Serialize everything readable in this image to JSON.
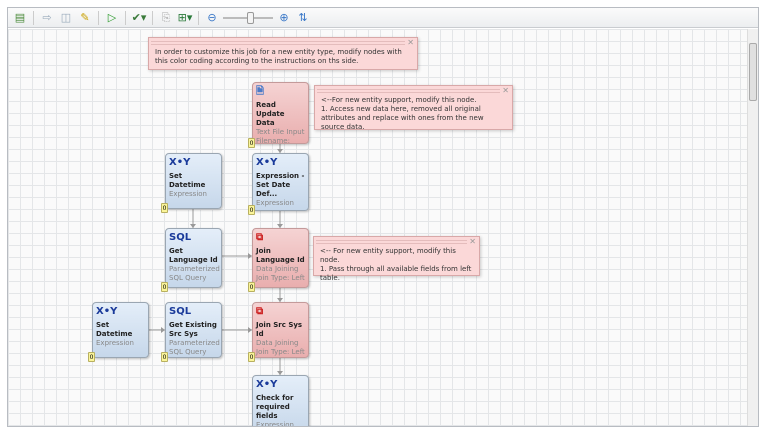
{
  "toolbar": {
    "items": [
      {
        "icon": "properties-icon",
        "glyph": "▤",
        "color": "#4a8a3a"
      },
      {
        "icon": "run-step-icon",
        "glyph": "⇨",
        "color": "#9ab"
      },
      {
        "icon": "preview-icon",
        "glyph": "◫",
        "color": "#9ab"
      },
      {
        "icon": "notes-icon",
        "glyph": "✎",
        "color": "#c9a000"
      },
      {
        "icon": "run-icon",
        "glyph": "▷",
        "color": "#2a9a2a"
      },
      {
        "icon": "validate-icon",
        "glyph": "✔▾",
        "color": "#3a7a3a"
      },
      {
        "icon": "copy-icon",
        "glyph": "⎘",
        "color": "#aaa"
      },
      {
        "icon": "layout-icon",
        "glyph": "⊞▾",
        "color": "#2a7a3a"
      },
      {
        "icon": "zoom-out-icon",
        "glyph": "⊖",
        "color": "#3a78c8"
      }
    ],
    "zoom_in_icon": "⊕",
    "fit-icon": "⇅"
  },
  "notes": [
    {
      "text": "In order to customize this job for a new entity type, modify nodes with this color coding according to the instructions on ths side."
    },
    {
      "text": "<--For new entity support, modify this node.\n1. Access new data here, removed all original attributes and replace with ones from the new source data."
    },
    {
      "text": "<-- For new entity support, modify this node.\n1. Pass through all available fields from left table."
    }
  ],
  "nodes": [
    {
      "title": "Read Update Data",
      "sub": "Text File Input",
      "sub2": "Filename:",
      "color": "pink",
      "icon": "file-icon",
      "badge": "0"
    },
    {
      "title": "Set Datetime",
      "sub": "Expression",
      "sub2": "",
      "color": "blue",
      "icon": "expression-icon",
      "badge": "0"
    },
    {
      "title": "Expression - Set Date Def...",
      "sub": "Expression",
      "sub2": "",
      "color": "blue",
      "icon": "expression-icon",
      "badge": "0"
    },
    {
      "title": "Get Language Id",
      "sub": "Parameterized SQL Query",
      "sub2": "",
      "color": "blue",
      "icon": "sql-icon",
      "badge": "0"
    },
    {
      "title": "Join Language Id",
      "sub": "Data Joining",
      "sub2": "Join Type: Left",
      "color": "pink",
      "icon": "join-icon",
      "badge": "0"
    },
    {
      "title": "Set Datetime",
      "sub": "Expression",
      "sub2": "",
      "color": "blue",
      "icon": "expression-icon",
      "badge": "0"
    },
    {
      "title": "Get Existing Src Sys",
      "sub": "Parameterized SQL Query",
      "sub2": "",
      "color": "blue",
      "icon": "sql-icon",
      "badge": "0"
    },
    {
      "title": "Join Src Sys Id",
      "sub": "Data Joining",
      "sub2": "Join Type: Left",
      "color": "pink",
      "icon": "join-icon",
      "badge": "0"
    },
    {
      "title": "Check for required fields",
      "sub": "Expression",
      "sub2": "",
      "color": "blue",
      "icon": "expression-icon",
      "badge": ""
    }
  ]
}
